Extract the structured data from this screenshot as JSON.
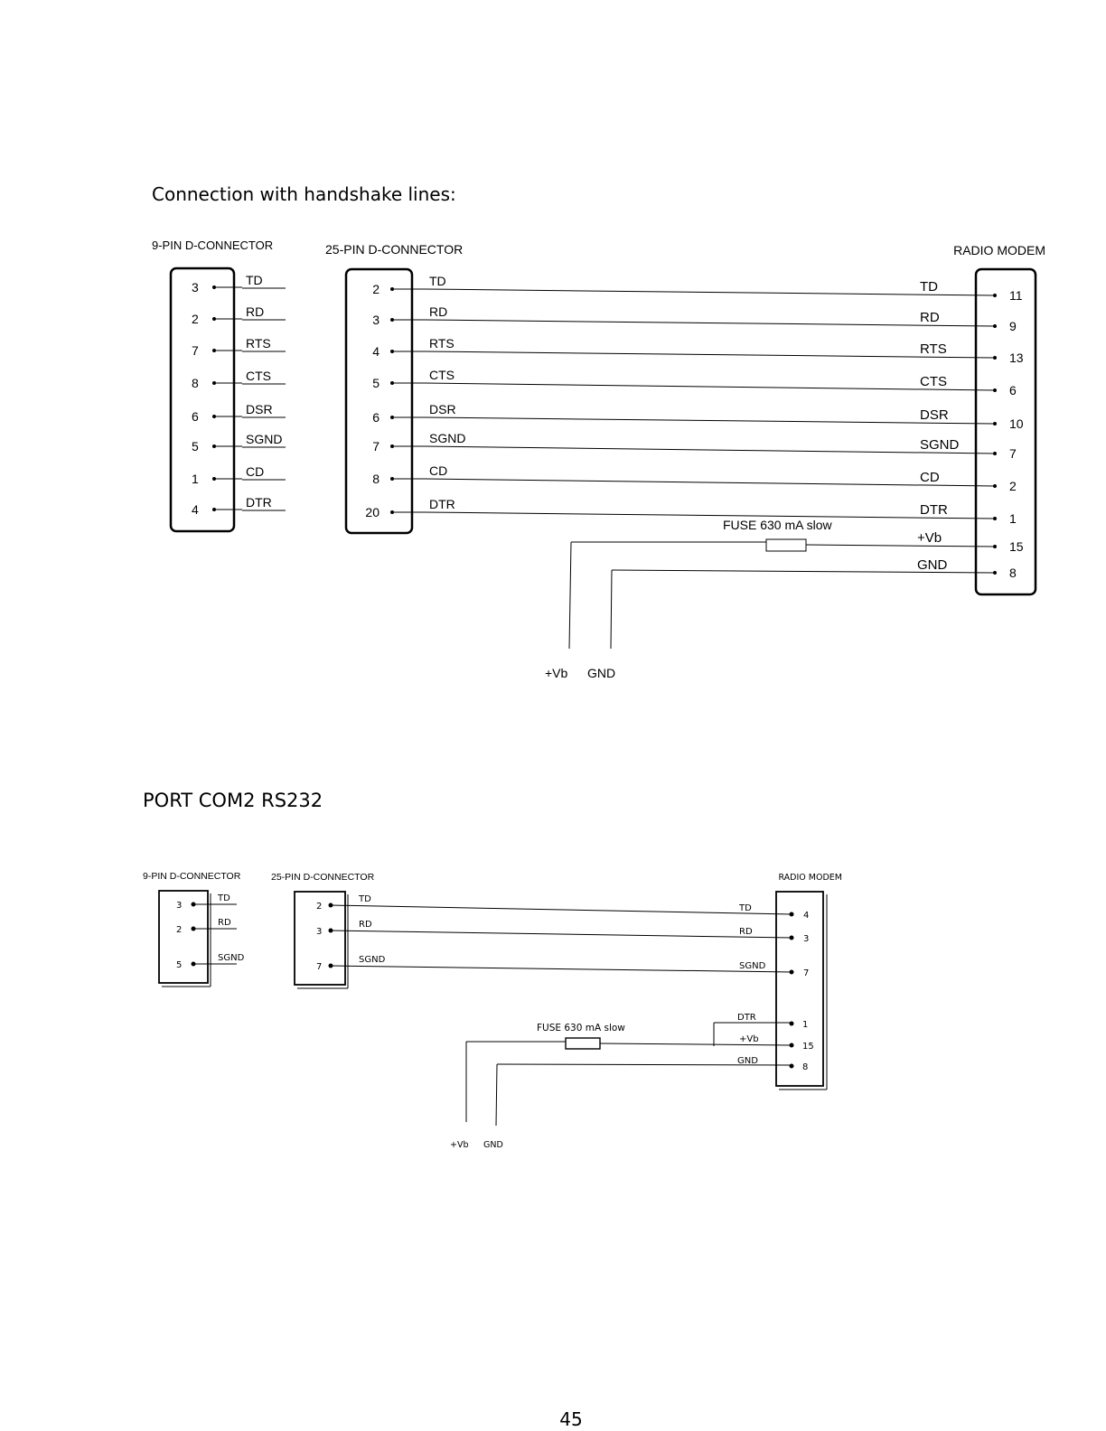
{
  "section1": {
    "title": "Connection with handshake lines:",
    "header_9pin": "9-PIN D-CONNECTOR",
    "header_25pin": "25-PIN D-CONNECTOR",
    "header_modem": "RADIO MODEM",
    "rows": [
      {
        "signal": "TD",
        "pin9": "3",
        "pin25": "2",
        "modem_pin": "11"
      },
      {
        "signal": "RD",
        "pin9": "2",
        "pin25": "3",
        "modem_pin": "9"
      },
      {
        "signal": "RTS",
        "pin9": "7",
        "pin25": "4",
        "modem_pin": "13"
      },
      {
        "signal": "CTS",
        "pin9": "8",
        "pin25": "5",
        "modem_pin": "6"
      },
      {
        "signal": "DSR",
        "pin9": "6",
        "pin25": "6",
        "modem_pin": "10"
      },
      {
        "signal": "SGND",
        "pin9": "5",
        "pin25": "7",
        "modem_pin": "7"
      },
      {
        "signal": "CD",
        "pin9": "1",
        "pin25": "8",
        "modem_pin": "2"
      },
      {
        "signal": "DTR",
        "pin9": "4",
        "pin25": "20",
        "modem_pin": "1"
      }
    ],
    "fuse_label": "FUSE 630 mA slow",
    "power_rows": [
      {
        "signal": "+Vb",
        "modem_pin": "15"
      },
      {
        "signal": "GND",
        "modem_pin": "8"
      }
    ],
    "bottom_labels": {
      "vb": "+Vb",
      "gnd": "GND"
    }
  },
  "section2": {
    "title": "PORT COM2 RS232",
    "header_9pin": "9-PIN D-CONNECTOR",
    "header_25pin": "25-PIN D-CONNECTOR",
    "header_modem": "RADIO MODEM",
    "rows": [
      {
        "signal": "TD",
        "pin9": "3",
        "pin25": "2",
        "modem_pin": "4"
      },
      {
        "signal": "RD",
        "pin9": "2",
        "pin25": "3",
        "modem_pin": "3"
      },
      {
        "signal": "SGND",
        "pin9": "5",
        "pin25": "7",
        "modem_pin": "7"
      }
    ],
    "power_rows": [
      {
        "signal": "DTR",
        "modem_pin": "1"
      },
      {
        "signal": "+Vb",
        "modem_pin": "15"
      },
      {
        "signal": "GND",
        "modem_pin": "8"
      }
    ],
    "fuse_label": "FUSE 630 mA slow",
    "bottom_labels": {
      "vb": "+Vb",
      "gnd": "GND"
    }
  },
  "page_number": "45"
}
